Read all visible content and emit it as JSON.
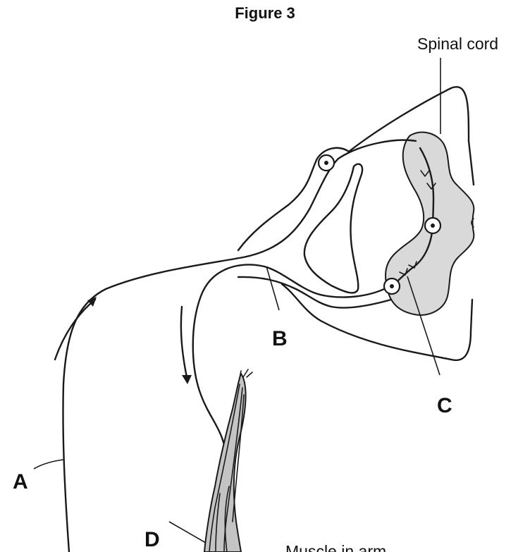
{
  "figure": {
    "title": "Figure 3"
  },
  "labels": {
    "spinal_cord": "Spinal cord",
    "a": "A",
    "b": "B",
    "c": "C",
    "d": "D",
    "muscle": "Muscle in arm"
  },
  "colors": {
    "grey_matter": "#d9d9d9",
    "muscle_fill": "#c4c4c4",
    "line": "#1a1a1a"
  }
}
